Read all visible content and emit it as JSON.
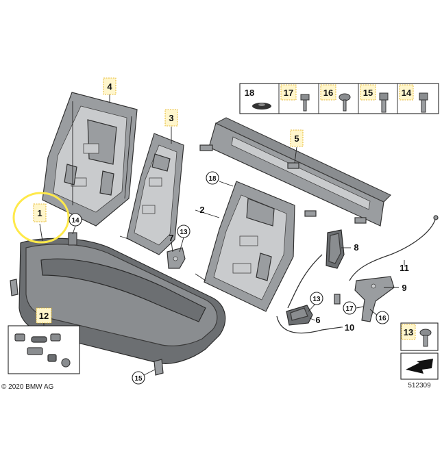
{
  "diagram": {
    "callouts": {
      "c1": "1",
      "c2": "2",
      "c3": "3",
      "c4": "4",
      "c5": "5",
      "c6": "6",
      "c7": "7",
      "c8": "8",
      "c9": "9",
      "c10": "10",
      "c11": "11",
      "c12": "12",
      "c13a": "13",
      "c13b": "13",
      "c13c": "13",
      "c14a": "14",
      "c14b": "14",
      "c15a": "15",
      "c15b": "15",
      "c16a": "16",
      "c16b": "16",
      "c17a": "17",
      "c17b": "17",
      "c18a": "18",
      "c18b": "18"
    },
    "highlight_color": "#ffe94a",
    "copyright": "© 2020 BMW AG",
    "diagram_number": "512309"
  }
}
